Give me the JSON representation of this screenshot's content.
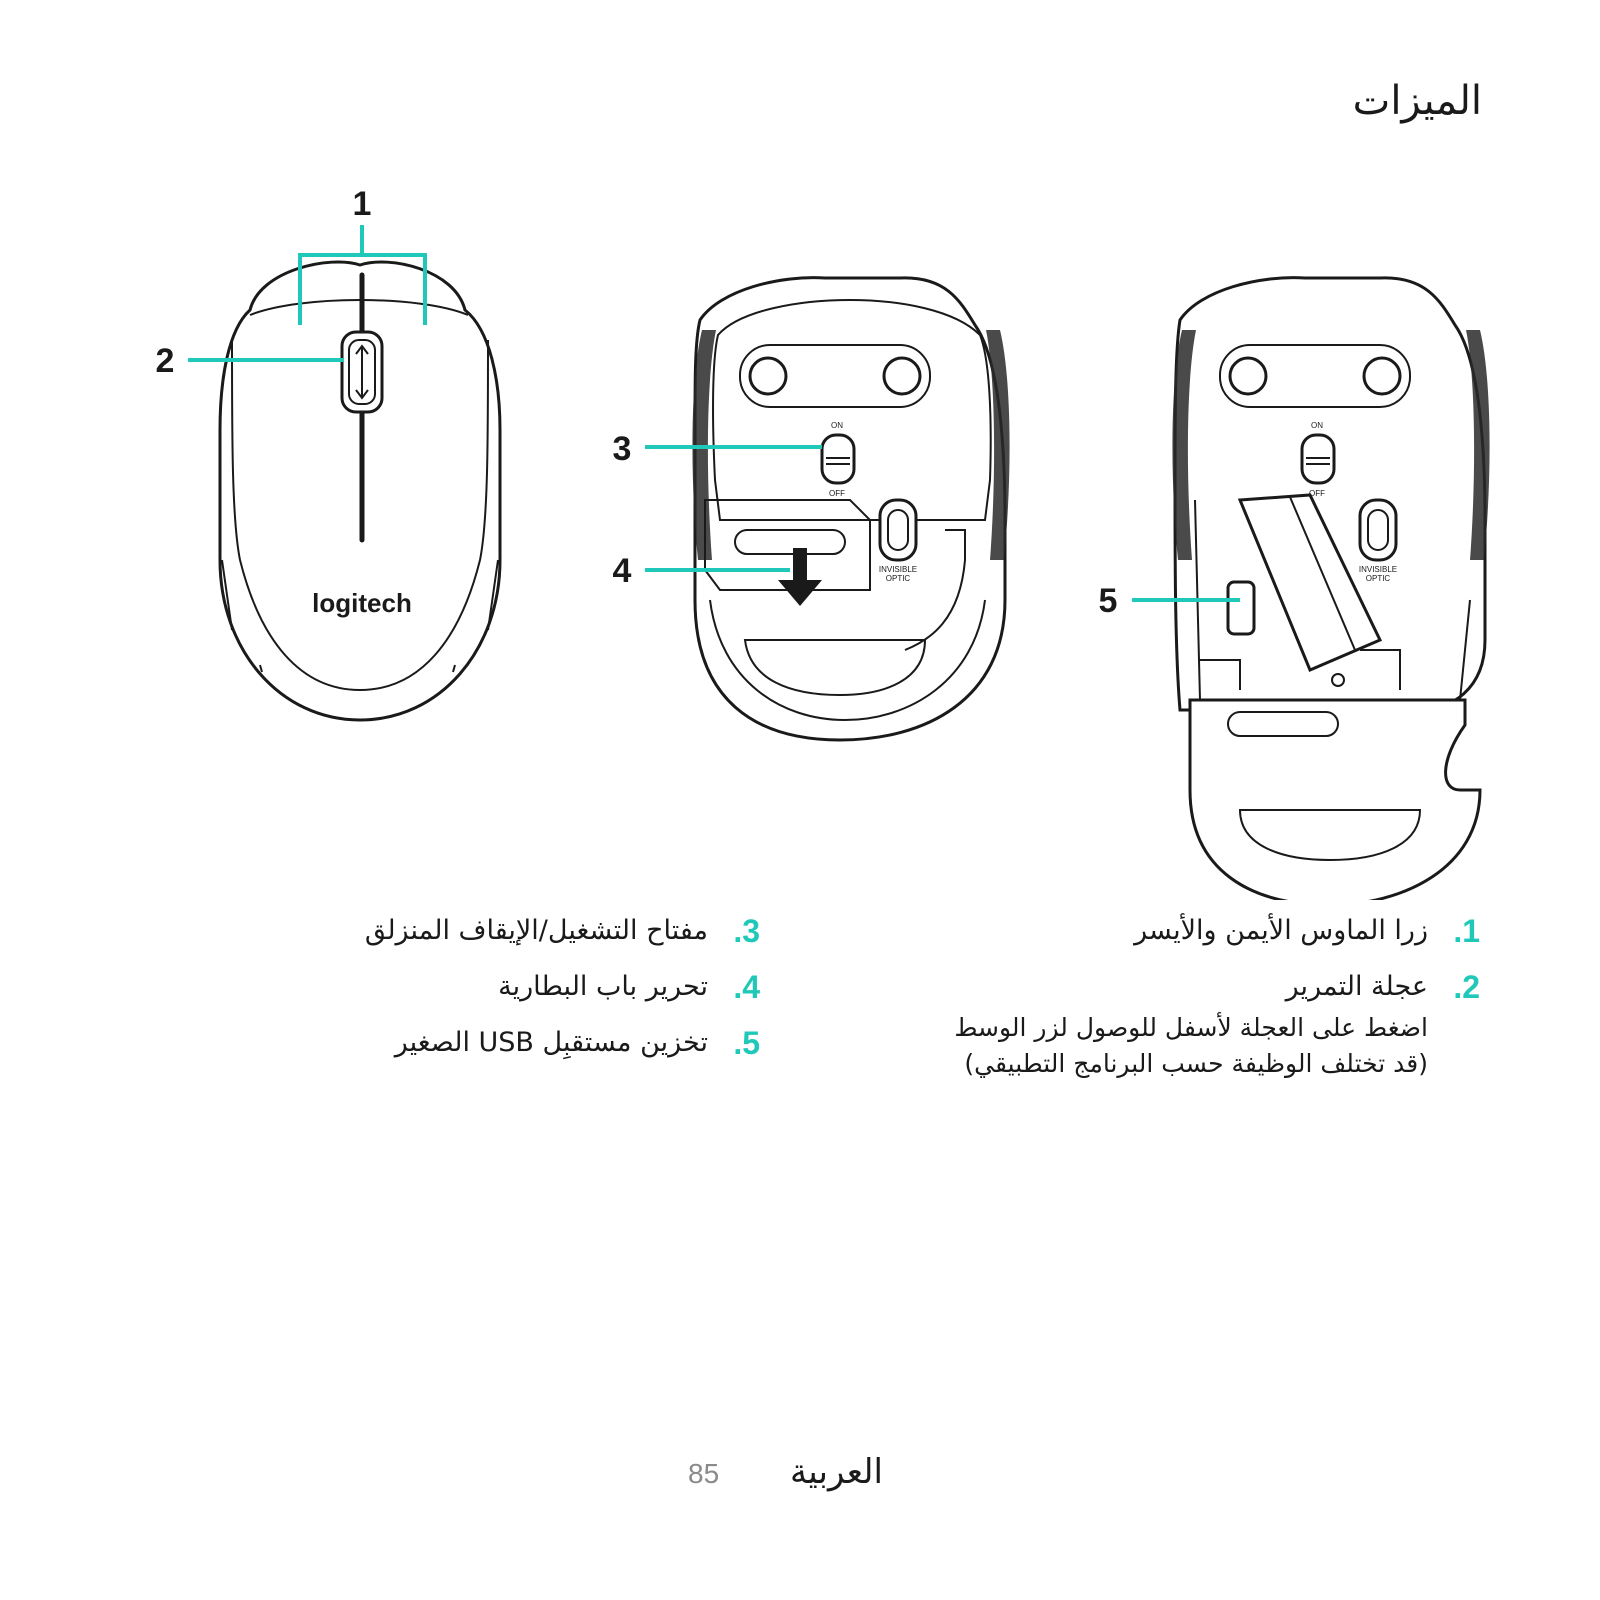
{
  "heading": "الميزات",
  "callouts": [
    "1",
    "2",
    "3",
    "4",
    "5"
  ],
  "logo_text": "logitech",
  "switch_labels": {
    "on": "ON",
    "off": "OFF"
  },
  "sensor_labels": {
    "line1": "INVISIBLE",
    "line2": "OPTIC"
  },
  "legend": {
    "items": [
      {
        "num": ".1",
        "text": "زرا الماوس الأيمن والأيسر"
      },
      {
        "num": ".2",
        "text": "عجلة التمرير",
        "desc_line1": "اضغط على العجلة لأسفل للوصول لزر الوسط",
        "desc_line2": "(قد تختلف الوظيفة حسب البرنامج التطبيقي)"
      },
      {
        "num": ".3",
        "text": "مفتاح التشغيل/الإيقاف المنزلق"
      },
      {
        "num": ".4",
        "text": "تحرير باب البطارية"
      },
      {
        "num": ".5",
        "text": "تخزين مستقبِل USB الصغير"
      }
    ]
  },
  "footer": {
    "language": "العربية",
    "page_number": "85"
  },
  "colors": {
    "accent": "#1fc8b8",
    "ink": "#1a1a1a",
    "page_number": "#8a8a8a"
  },
  "icons": [
    "arrow-scroll-icon",
    "arrow-down-icon",
    "battery-icon"
  ]
}
